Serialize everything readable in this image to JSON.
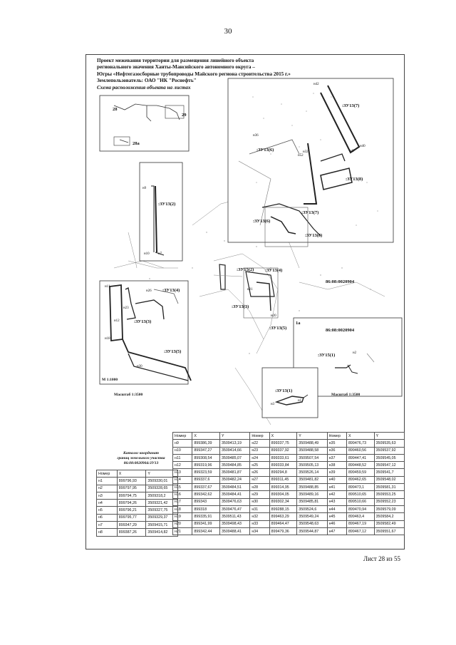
{
  "page_number": "30",
  "title_lines": [
    "Проект межевания территории для размещения линейного объекта",
    "регионального значения Ханты-Мансийского автономного округа –",
    "Югры «Нефтегазосборные трубопроводы Майского региона строительства 2015 г.»",
    "Землепользователь: ОАО \"НК \"Роснефть\""
  ],
  "scheme_caption": "Схема расположения объекта на листах",
  "key_map_labels": [
    "28",
    "29",
    "28а"
  ],
  "cadastral_number": "86:08:0020904",
  "parcel_labels": [
    ":ЗУ13(7)",
    ":ЗУ13(6)",
    ":ЗУ13(8)",
    ":ЗУ13(2)",
    ":ЗУ13(4)",
    ":ЗУ13(3)",
    ":ЗУ13(5)",
    ":ЗУ15(1)",
    ":ЗУ13(1)",
    ":ЗУ15(2)"
  ],
  "inset_1a_label": "1а",
  "scale_small": "М 1:1000",
  "scale_main": "Масштаб 1:3500",
  "catalog_title_lines": [
    "Каталог координат",
    "границ земельного участка",
    "86:08:0020904:ЗУ13"
  ],
  "small_table": {
    "headers": [
      "Номер",
      "X",
      "Y"
    ],
    "rows": [
      [
        "н1",
        "899796,93",
        "3509330,01"
      ],
      [
        "н2",
        "899797,95",
        "3509328,65"
      ],
      [
        "н3",
        "899794,75",
        "3509318,2"
      ],
      [
        "н4",
        "899794,26",
        "3509321,42"
      ],
      [
        "н5",
        "899796,21",
        "3509327,75"
      ],
      [
        "н6",
        "899795,77",
        "3509329,37"
      ],
      [
        "н7",
        "899347,29",
        "3509415,71"
      ],
      [
        "н8",
        "899387,26",
        "3509414,82"
      ]
    ]
  },
  "big_table": {
    "headers": [
      "Номер",
      "X",
      "Y",
      "Номер",
      "X",
      "Y",
      "Номер",
      "X",
      "Y"
    ],
    "rows": [
      [
        "н9",
        "899386,39",
        "3509413,19",
        "н22",
        "899337,75",
        "3509488,49",
        "н35",
        "899476,73",
        "3509535,63"
      ],
      [
        "н10",
        "899347,27",
        "3509414,66",
        "н23",
        "899337,92",
        "3509488,58",
        "н36",
        "899460,56",
        "3509537,92"
      ],
      [
        "н11",
        "899308,54",
        "3509485,07",
        "н24",
        "899333,61",
        "3509507,54",
        "н37",
        "899447,41",
        "3509545,05"
      ],
      [
        "н12",
        "899319,96",
        "3509484,85",
        "н25",
        "899333,84",
        "3509505,13",
        "н38",
        "899448,52",
        "3509547,12"
      ],
      [
        "н13",
        "899323,59",
        "3509481,87",
        "н26",
        "899294,8",
        "3509526,14",
        "н39",
        "899459,59",
        "3509541,7"
      ],
      [
        "н14",
        "899337,6",
        "3509482,24",
        "н27",
        "899311,45",
        "3509481,82",
        "н40",
        "899462,65",
        "3509548,02"
      ],
      [
        "н15",
        "899337,67",
        "3509484,51",
        "н28",
        "899314,95",
        "3509488,85",
        "н41",
        "899473,1",
        "3509581,31"
      ],
      [
        "н16",
        "899342,62",
        "3509484,41",
        "н29",
        "899304,05",
        "3509489,16",
        "н42",
        "899510,65",
        "3509553,25"
      ],
      [
        "н17",
        "899343",
        "3509476,63",
        "н30",
        "899302,34",
        "3509485,81",
        "н43",
        "899510,66",
        "3509552,23"
      ],
      [
        "н18",
        "899318",
        "3509476,47",
        "н31",
        "899288,15",
        "3509524,6",
        "н44",
        "899470,94",
        "3509579,09"
      ],
      [
        "н19",
        "899335,91",
        "3509511,43",
        "н32",
        "899463,29",
        "3509549,24",
        "н45",
        "899463,4",
        "3509584,2"
      ],
      [
        "н20",
        "899341,99",
        "3509498,43",
        "н33",
        "899464,47",
        "3509548,63",
        "н46",
        "899467,19",
        "3509582,49"
      ],
      [
        "н21",
        "899342,44",
        "3509488,41",
        "н34",
        "899479,36",
        "3509544,87",
        "н47",
        "899467,12",
        "3509551,67"
      ]
    ]
  },
  "footer": "Лист 28 из 55"
}
